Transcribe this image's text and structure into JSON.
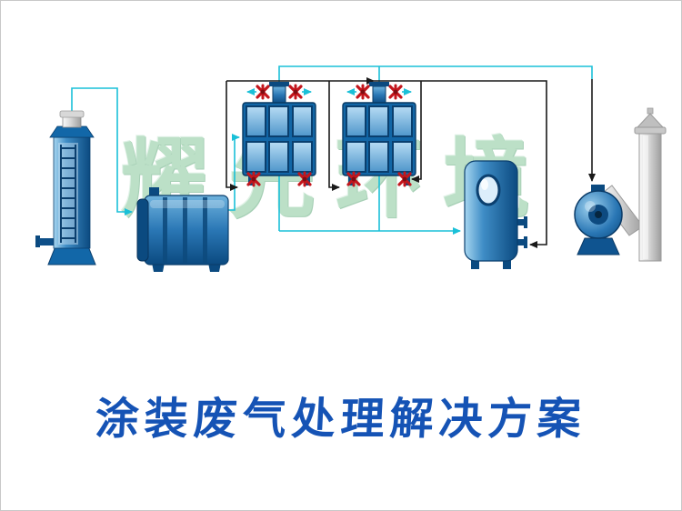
{
  "slide": {
    "background": "#ffffff",
    "border_color": "#c8c8c8"
  },
  "watermark": {
    "text": "耀先环境",
    "color": "#86c79a"
  },
  "title": {
    "text": "涂装废气处理解决方案",
    "color": "#1553b5"
  },
  "diagram": {
    "flow_colors": {
      "gas_loop": "#1ac0d8",
      "duct_line": "#1a1a1a",
      "valve_rotor": "#c3161c"
    },
    "equipment": [
      {
        "name": "spray-tower"
      },
      {
        "name": "horizontal-filter-tank"
      },
      {
        "name": "activated-carbon-adsorber-1"
      },
      {
        "name": "activated-carbon-adsorber-2"
      },
      {
        "name": "vertical-tank"
      },
      {
        "name": "centrifugal-fan"
      },
      {
        "name": "exhaust-chimney"
      }
    ]
  }
}
